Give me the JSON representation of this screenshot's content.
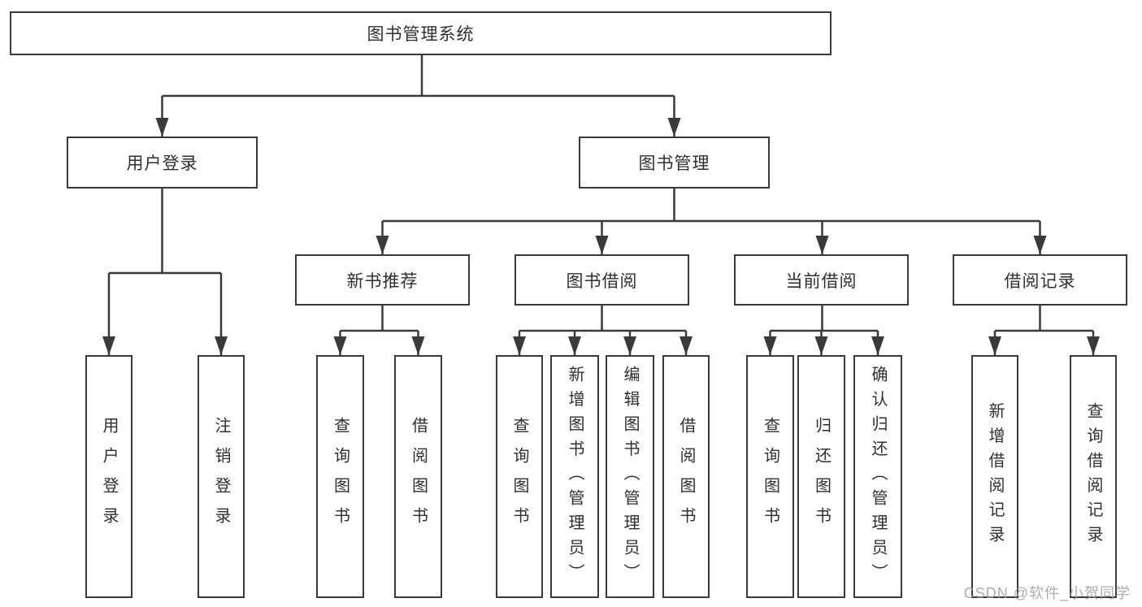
{
  "diagram": {
    "root": {
      "label": "图书管理系统"
    },
    "branches": {
      "login": {
        "label": "用户登录",
        "children": [
          {
            "label": "用户登录"
          },
          {
            "label": "注销登录"
          }
        ]
      },
      "management": {
        "label": "图书管理",
        "sections": [
          {
            "label": "新书推荐",
            "children": [
              {
                "label": "查询图书"
              },
              {
                "label": "借阅图书"
              }
            ]
          },
          {
            "label": "图书借阅",
            "children": [
              {
                "label": "查询图书"
              },
              {
                "label": "新增图书（管理员）"
              },
              {
                "label": "编辑图书（管理员）"
              },
              {
                "label": "借阅图书"
              }
            ]
          },
          {
            "label": "当前借阅",
            "children": [
              {
                "label": "查询图书"
              },
              {
                "label": "归还图书"
              },
              {
                "label": "确认归还（管理员）"
              }
            ]
          },
          {
            "label": "借阅记录",
            "children": [
              {
                "label": "新增借阅记录"
              },
              {
                "label": "查询借阅记录"
              }
            ]
          }
        ]
      }
    }
  },
  "watermark": {
    "text": "CSDN @软件_小贺同学"
  },
  "colors": {
    "line": "#3a3a3a",
    "text": "#2f2f2f",
    "watermark": "#9f9f9f",
    "background": "#ffffff"
  }
}
